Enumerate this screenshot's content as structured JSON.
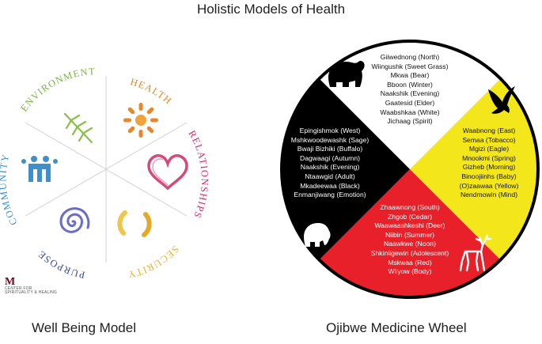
{
  "title": "Holistic Models of Health",
  "captions": {
    "left": "Well Being Model",
    "right": "Ojibwe Medicine Wheel"
  },
  "wellbeing": {
    "labels": [
      "HEALTH",
      "RELATIONSHIPS",
      "SECURITY",
      "PURPOSE",
      "COMMUNITY",
      "ENVIRONMENT"
    ],
    "colors": {
      "health": "#e0892a",
      "relationships": "#c8306e",
      "security": "#e7b32a",
      "purpose": "#3a4ea0",
      "community": "#3f8fcb",
      "environment": "#7bb442"
    },
    "logo": {
      "mark": "M",
      "line1": "CENTER FOR",
      "line2": "SPIRITUALITY & HEALING"
    }
  },
  "medicine_wheel": {
    "north": [
      "Giiwednong (North)",
      "Wiingushk (Sweet Grass)",
      "Mkwa (Bear)",
      "Bboon (Winter)",
      "Naakshik (Evening)",
      "Gaatesid (Elder)",
      "Waabshkaa (White)",
      "Jichaag (Spirit)"
    ],
    "west": [
      "Epingishmok (West)",
      "Mshkwoodewashk (Sage)",
      "Bwaji Bizhiki (Buffalo)",
      "Dagwaagi (Autumn)",
      "Naakshik (Evening)",
      "Ntaawgid (Adult)",
      "Mkadeewaa (Black)",
      "Enmanjiwang (Emotion)"
    ],
    "east": [
      "Waabnong (East)",
      "Semaa (Tobacco)",
      "Mgizi (Eagle)",
      "Mnookmi (Spring)",
      "Gizheb (Morning)",
      "Binoojiinhs (Baby)",
      "(O)zaawaa (Yellow)",
      "Nendmowin (Mind)"
    ],
    "south": [
      "Zhaawnong (South)",
      "Zhgob (Cedar)",
      "Waawaashkeshi (Deer)",
      "Niibin (Summer)",
      "Naawkwe (Noon)",
      "Shkiniigewin (Adolescent)",
      "Mskwaa (Red)",
      "Wiiyow (Body)"
    ],
    "colors": {
      "north": "#ffffff",
      "west": "#000000",
      "east": "#f3e71c",
      "south": "#e8202a"
    },
    "animals": [
      "bear-icon",
      "eagle-icon",
      "buffalo-icon",
      "deer-icon"
    ]
  }
}
